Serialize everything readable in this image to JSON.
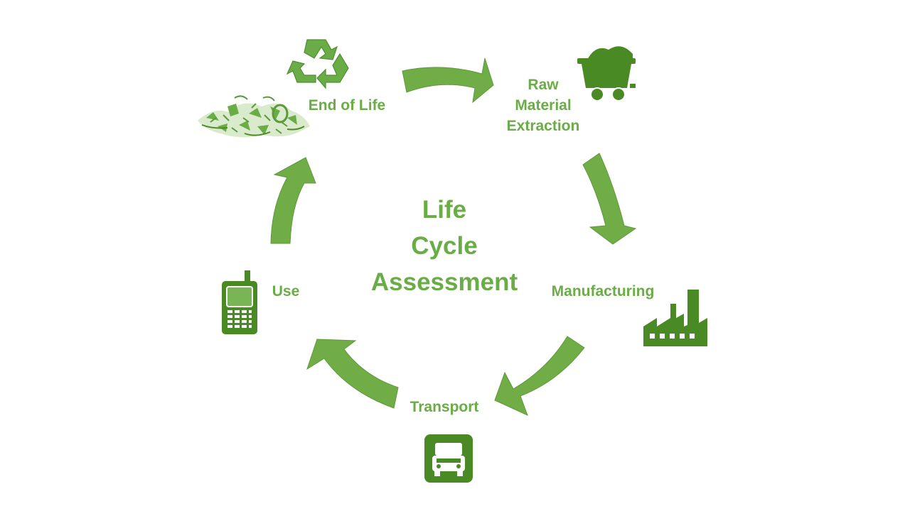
{
  "title": [
    "Life",
    "Cycle",
    "Assessment"
  ],
  "stages": {
    "end_of_life": "End of Life",
    "raw_material": [
      "Raw",
      "Material",
      "Extraction"
    ],
    "manufacturing": "Manufacturing",
    "transport": "Transport",
    "use": "Use"
  },
  "colors": {
    "arrow": "#70ad47",
    "arrow_border": "#5e9a3a",
    "text": "#6aac45",
    "icon_dark": "#4a8a24",
    "icon_light": "#6aac45"
  },
  "icons": [
    "recycle-icon",
    "waste-pile-icon",
    "mine-cart-icon",
    "factory-icon",
    "truck-icon",
    "mobile-phone-icon"
  ]
}
